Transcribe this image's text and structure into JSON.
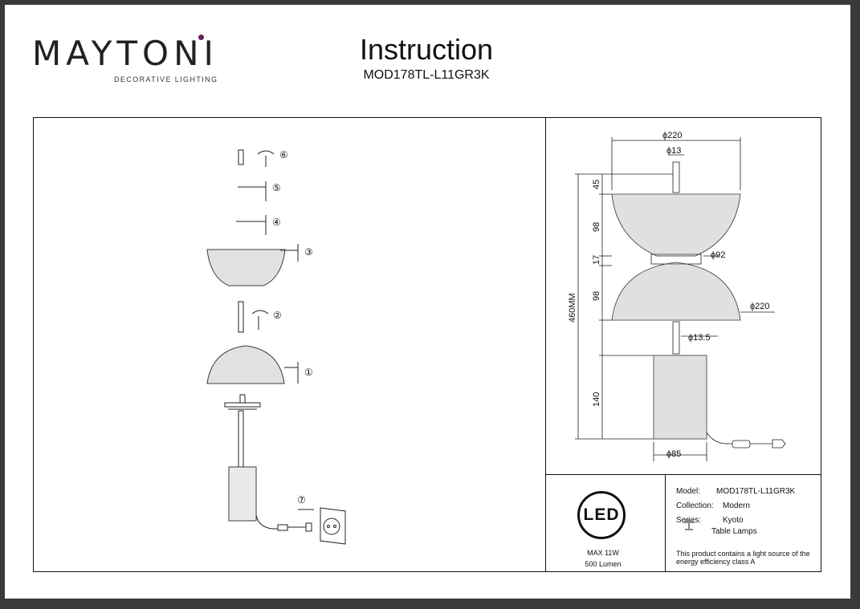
{
  "header": {
    "brand": "MAYTONI",
    "brand_tagline": "DECORATIVE LIGHTING",
    "title": "Instruction",
    "model_code": "MOD178TL-L11GR3K"
  },
  "assembly_steps": {
    "step1": "①",
    "step2": "②",
    "step3": "③",
    "step4": "④",
    "step5": "⑤",
    "step6": "⑥",
    "step7": "⑦"
  },
  "dimensions": {
    "top_diameter": "ϕ220",
    "rod_diameter_top": "ϕ13",
    "neck_diameter": "ϕ92",
    "lower_shade_diameter": "ϕ220",
    "rod_diameter_mid": "ϕ13.5",
    "base_diameter": "ϕ85",
    "total_height": "460MM",
    "h_rod_top": "45",
    "h_upper_shade": "98",
    "h_neck": "17",
    "h_lower_shade": "98",
    "h_base": "140"
  },
  "specs": {
    "model_label": "Model:",
    "model_value": "MOD178TL-L11GR3K",
    "collection_label": "Collection:",
    "collection_value": "Modern",
    "series_label": "Series:",
    "series_value": "Kyoto",
    "type_value": "Table Lamps",
    "led_badge": "LED",
    "max_power": "MAX 11W",
    "lumen": "500 Lumen",
    "energy_note": "This product contains a light source of the energy efficiency class A"
  }
}
